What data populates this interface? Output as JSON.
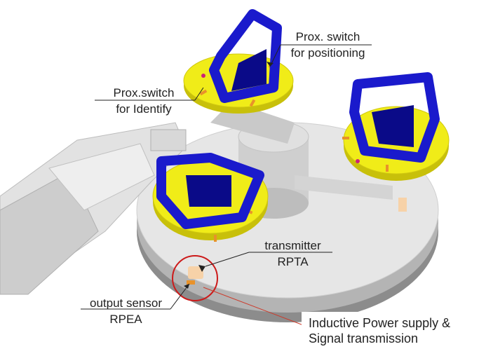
{
  "diagram": {
    "title": "Rotary table with inductive power supply and signal transmission",
    "colors": {
      "base": "#e4e4e4",
      "base_shadow": "#9a9a9a",
      "pallet": "#f0ec18",
      "fixture": "#1a1acc",
      "sensor": "#e8922a",
      "transmitter": "#f7d2a8",
      "highlight_circle": "#cc1a1a",
      "leader_line": "#222222",
      "red_line": "#cc3a2a",
      "robot_arm": "#d8d8d8"
    },
    "labels": {
      "prox_positioning": {
        "line1": "Prox. switch",
        "line2": "for positioning"
      },
      "prox_identify": {
        "line1": "Prox.switch",
        "line2": "for Identify"
      },
      "transmitter": {
        "line1": "transmitter",
        "line2": "RPTA"
      },
      "output_sensor": {
        "line1": "output sensor",
        "line2": "RPEA"
      },
      "inductive": {
        "line1": "Inductive Power supply &",
        "line2": "Signal transmission"
      }
    }
  }
}
